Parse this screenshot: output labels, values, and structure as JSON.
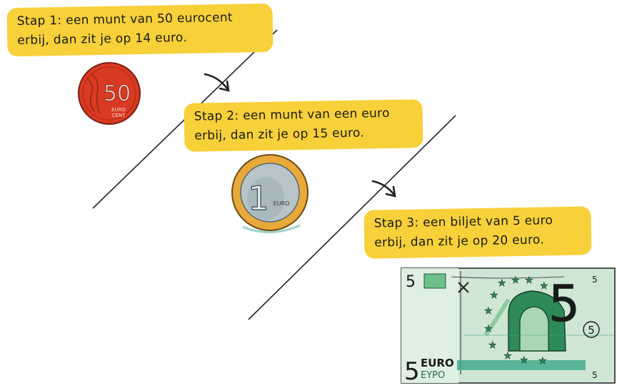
{
  "steps": [
    {
      "line1": "Stap 1: een munt van 50 eurocent",
      "line2": "erbij, dan zit je op 14 euro."
    },
    {
      "line1": "Stap 2: een munt van een euro",
      "line2": "erbij, dan zit je op 15 euro."
    },
    {
      "line1": "Stap 3: een biljet van 5 euro",
      "line2": "erbij, dan zit je op 20 euro."
    }
  ],
  "coin50": {
    "value": "50",
    "text1": "EURO",
    "text2": "CENT"
  },
  "coin1": {
    "value": "1",
    "text": "EURO"
  },
  "banknote": {
    "corner_value": "5",
    "big_value": "5",
    "euro": "EURO",
    "eypo": "EYPO"
  },
  "colors": {
    "highlight": "#f7d03a",
    "coin50": "#d93a22",
    "coin1_ring": "#e8a93a",
    "coin1_center": "#b9c4c8",
    "note": "#cfe6d3",
    "note_dark": "#2f8a5a"
  }
}
